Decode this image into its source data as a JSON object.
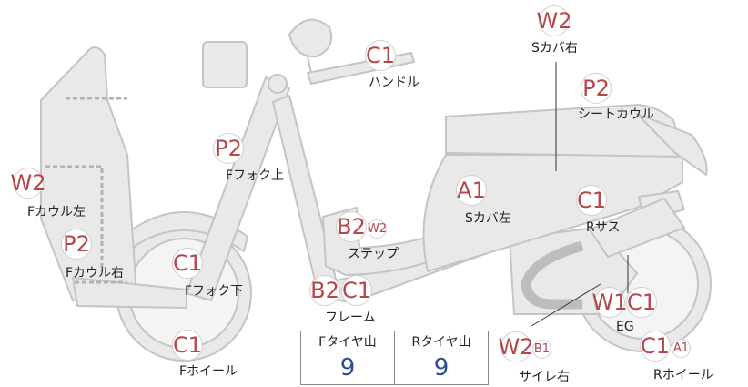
{
  "parts": [
    {
      "key": "handle",
      "label": "ハンドル",
      "grades": [
        {
          "text": "C1"
        }
      ]
    },
    {
      "key": "scover_r",
      "label": "Sカバ右",
      "grades": [
        {
          "text": "W2"
        }
      ]
    },
    {
      "key": "seat_cowl",
      "label": "シートカウル",
      "grades": [
        {
          "text": "P2"
        }
      ]
    },
    {
      "key": "ffork_upper",
      "label": "Fフォク上",
      "grades": [
        {
          "text": "P2"
        }
      ]
    },
    {
      "key": "fcowl_l",
      "label": "Fカウル左",
      "grades": [
        {
          "text": "W2"
        }
      ]
    },
    {
      "key": "scover_l",
      "label": "Sカバ左",
      "grades": [
        {
          "text": "A1"
        }
      ]
    },
    {
      "key": "rsus",
      "label": "Rサス",
      "grades": [
        {
          "text": "C1"
        }
      ]
    },
    {
      "key": "step",
      "label": "ステップ",
      "grades": [
        {
          "text": "B2"
        },
        {
          "text": "W2",
          "small": true
        }
      ]
    },
    {
      "key": "fcowl_r",
      "label": "Fカウル右",
      "grades": [
        {
          "text": "P2"
        }
      ]
    },
    {
      "key": "ffork_lower",
      "label": "Fフォク下",
      "grades": [
        {
          "text": "C1"
        }
      ]
    },
    {
      "key": "frame",
      "label": "フレーム",
      "grades": [
        {
          "text": "B2"
        },
        {
          "text": "C1"
        }
      ]
    },
    {
      "key": "eg",
      "label": "EG",
      "grades": [
        {
          "text": "W1"
        },
        {
          "text": "C1"
        }
      ]
    },
    {
      "key": "fwheel",
      "label": "Fホイール",
      "grades": [
        {
          "text": "C1"
        }
      ]
    },
    {
      "key": "muffler_r",
      "label": "サイレ右",
      "grades": [
        {
          "text": "W2"
        },
        {
          "text": "B1",
          "small": true
        }
      ]
    },
    {
      "key": "rwheel",
      "label": "Rホイール",
      "grades": [
        {
          "text": "C1"
        },
        {
          "text": "A1",
          "small": true
        }
      ]
    }
  ],
  "tread": {
    "front_label": "Fタイヤ山",
    "rear_label": "Rタイヤ山",
    "front_value": "9",
    "rear_value": "9"
  },
  "colors": {
    "grade_text": "#b7464a",
    "tread_value": "#2d4e8c",
    "bike_fill": "#e9e9e7",
    "bike_stroke": "#c4c4c2"
  }
}
